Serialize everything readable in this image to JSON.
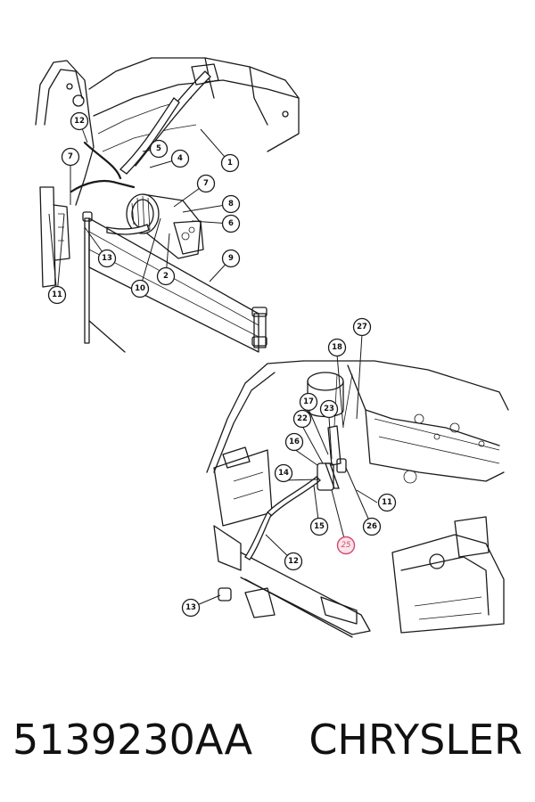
{
  "footer": {
    "part_number": "5139230AA",
    "brand": "CHRYSLER"
  },
  "callouts": [
    {
      "id": "1",
      "label": "1"
    },
    {
      "id": "2",
      "label": "2"
    },
    {
      "id": "4",
      "label": "4"
    },
    {
      "id": "5",
      "label": "5"
    },
    {
      "id": "6",
      "label": "6"
    },
    {
      "id": "7a",
      "label": "7"
    },
    {
      "id": "7b",
      "label": "7"
    },
    {
      "id": "8",
      "label": "8"
    },
    {
      "id": "9",
      "label": "9"
    },
    {
      "id": "10",
      "label": "10"
    },
    {
      "id": "11a",
      "label": "11"
    },
    {
      "id": "12a",
      "label": "12"
    },
    {
      "id": "13a",
      "label": "13"
    },
    {
      "id": "27",
      "label": "27"
    },
    {
      "id": "18",
      "label": "18"
    },
    {
      "id": "17",
      "label": "17"
    },
    {
      "id": "23",
      "label": "23"
    },
    {
      "id": "22",
      "label": "22"
    },
    {
      "id": "16",
      "label": "16"
    },
    {
      "id": "14",
      "label": "14"
    },
    {
      "id": "11b",
      "label": "11"
    },
    {
      "id": "15",
      "label": "15"
    },
    {
      "id": "26",
      "label": "26"
    },
    {
      "id": "25",
      "label": "25",
      "highlight": true
    },
    {
      "id": "12b",
      "label": "12"
    },
    {
      "id": "13b",
      "label": "13"
    }
  ]
}
